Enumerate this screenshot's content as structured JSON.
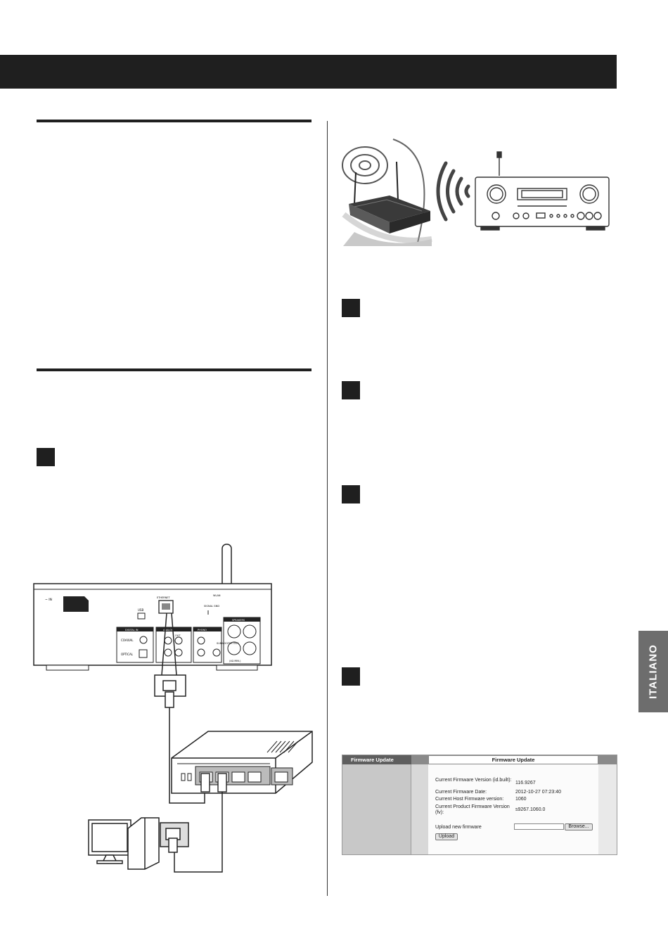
{
  "language_tab": "ITALIANO",
  "firmware_screen": {
    "side_title": "Firmware Update",
    "main_title": "Firmware Update",
    "rows": [
      {
        "label": "Current Firmware Version (id.built):",
        "value": "116.9267"
      },
      {
        "label": "Current Firmware Date:",
        "value": "2012-10-27  07:23:40"
      },
      {
        "label": "Current Host Firmware version:",
        "value": "1060"
      },
      {
        "label": "Current Product Firmware Version (fv):",
        "value": "s9267.1060.0"
      }
    ],
    "upload_label": "Upload new firmware",
    "browse_label": "Browse...",
    "upload_button": "Upload"
  },
  "rear_panel_labels": {
    "ac_in": "~ IN",
    "usb": "USB",
    "ethernet": "ETHERNET",
    "wlan": "WLAN",
    "signal_gnd": "SIGNAL GND",
    "digital_in": "DIGITAL IN",
    "coaxial": "COAXIAL",
    "optical": "OPTICAL",
    "analog": "ANALOG",
    "out": "OUT",
    "phono": "PHONO",
    "speakers": "SPEAKERS",
    "subwoofer_out": "SUBWOOFER OUT",
    "speakers_note": "(4Ω MIN.)",
    "l": "L",
    "r": "R"
  }
}
